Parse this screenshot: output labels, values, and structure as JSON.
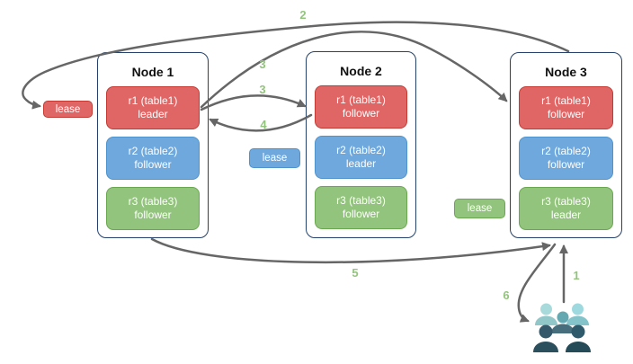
{
  "nodes": [
    {
      "title": "Node 1",
      "replicas": [
        {
          "name": "r1 (table1)",
          "role": "leader"
        },
        {
          "name": "r2 (table2)",
          "role": "follower"
        },
        {
          "name": "r3 (table3)",
          "role": "follower"
        }
      ]
    },
    {
      "title": "Node 2",
      "replicas": [
        {
          "name": "r1 (table1)",
          "role": "follower"
        },
        {
          "name": "r2 (table2)",
          "role": "leader"
        },
        {
          "name": "r3 (table3)",
          "role": "follower"
        }
      ]
    },
    {
      "title": "Node 3",
      "replicas": [
        {
          "name": "r1 (table1)",
          "role": "follower"
        },
        {
          "name": "r2 (table2)",
          "role": "follower"
        },
        {
          "name": "r3 (table3)",
          "role": "leader"
        }
      ]
    }
  ],
  "leases": [
    {
      "label": "lease",
      "color": "#e06666"
    },
    {
      "label": "lease",
      "color": "#6fa8dc"
    },
    {
      "label": "lease",
      "color": "#93c47d"
    }
  ],
  "steps": {
    "step1": "1",
    "step2": "2",
    "step3_to_node3": "3",
    "step3_to_node2": "3",
    "step4": "4",
    "step5": "5",
    "step6": "6"
  },
  "colors": {
    "replica_red": "#e06666",
    "replica_red_border": "#c43a33",
    "replica_blue": "#6fa8dc",
    "replica_blue_border": "#4f93ce",
    "replica_green": "#93c47d",
    "replica_green_border": "#6aa84f",
    "node_border": "#24426b",
    "arrow": "#666666",
    "step_label": "#93c47d"
  }
}
